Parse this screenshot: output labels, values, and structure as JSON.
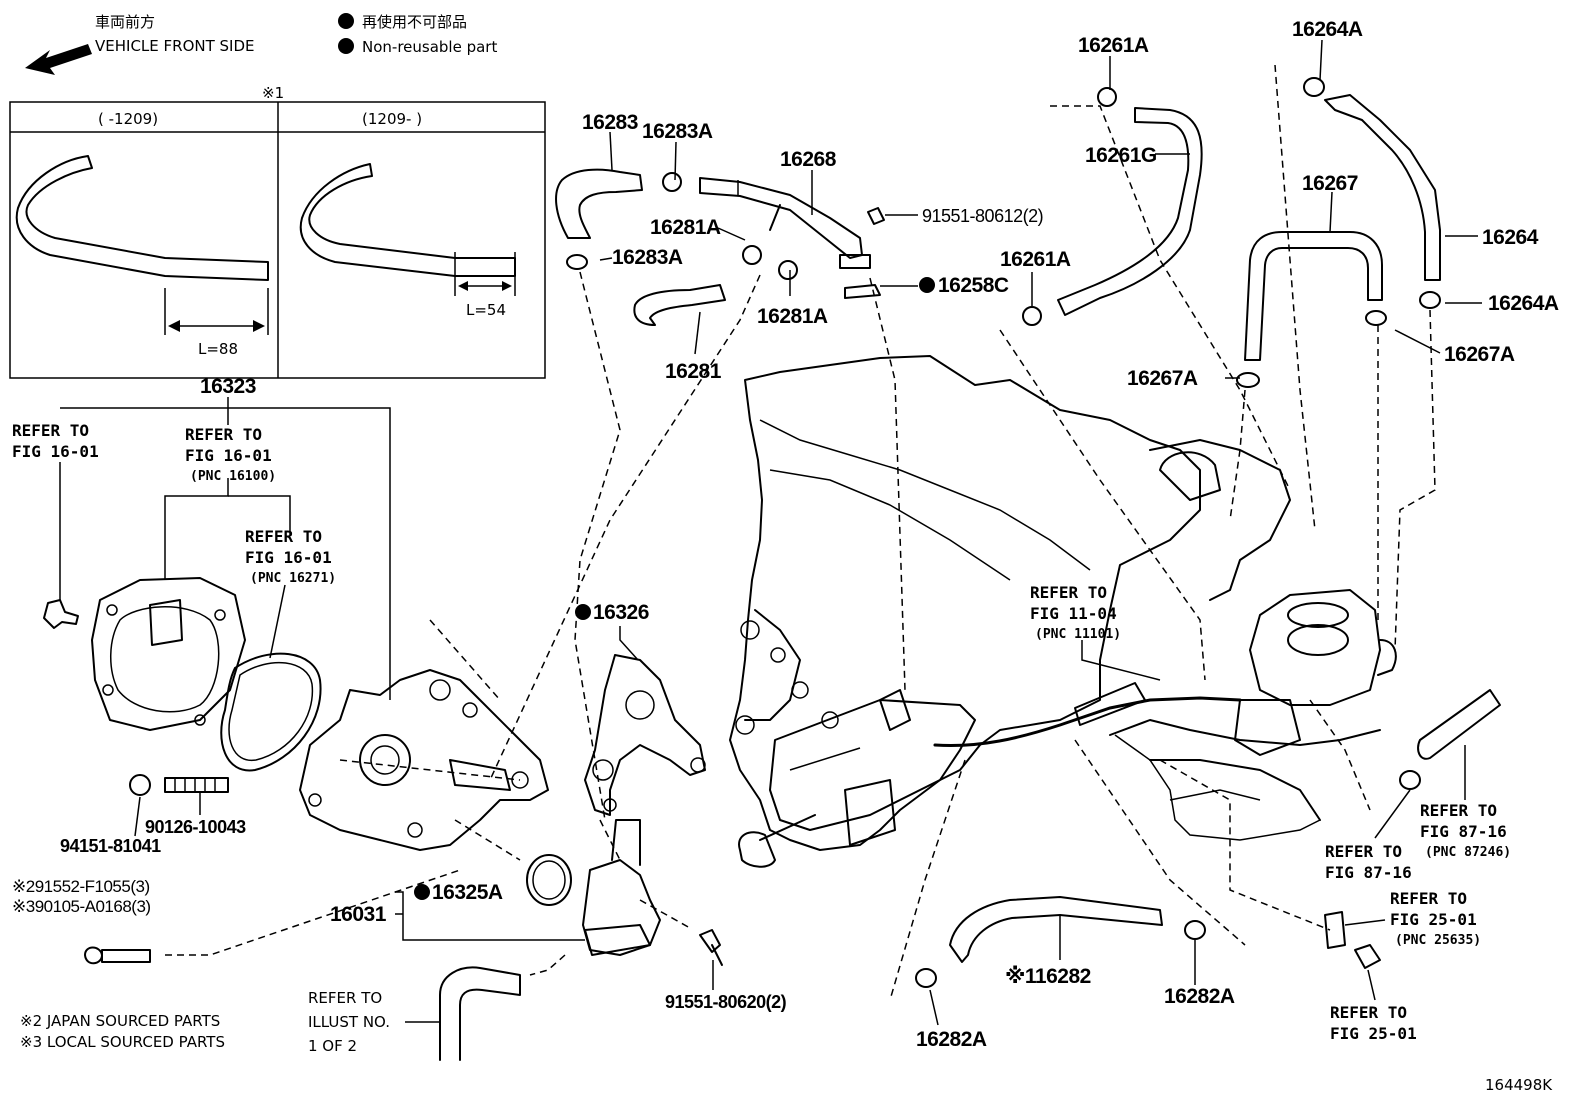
{
  "header": {
    "front_jp": "車両前方",
    "front_en": "VEHICLE FRONT SIDE",
    "legend_jp": "再使用不可部品",
    "legend_en": "Non-reusable part"
  },
  "inset": {
    "mark": "※1",
    "left_header": "(    -1209)",
    "right_header": "(1209-    )",
    "left_dim": "L=88",
    "right_dim": "L=54"
  },
  "parts": {
    "p16323": "16323",
    "p16283": "16283",
    "p16283A_top": "16283A",
    "p16283A_bottom": "16283A",
    "p16268": "16268",
    "p91551_80612": "91551-80612(2)",
    "p16281A_left": "16281A",
    "p16281A_right": "16281A",
    "p16258C": "16258C",
    "p16281": "16281",
    "p16261A_top": "16261A",
    "p16261G": "16261G",
    "p16261A_mid": "16261A",
    "p16264A_top": "16264A",
    "p16264": "16264",
    "p16264A_right": "16264A",
    "p16267": "16267",
    "p16267A_right": "16267A",
    "p16267A_left": "16267A",
    "p16326": "16326",
    "p90126_10043": "90126-10043",
    "p94151_81041": "94151-81041",
    "p291552": "※291552-F1055(3)",
    "p390105": "※390105-A0168(3)",
    "p16031": "16031",
    "p16325A": "16325A",
    "p91551_80620": "91551-80620(2)",
    "p16282": "※116282",
    "p16282A_right": "16282A",
    "p16282A_left": "16282A"
  },
  "refs": {
    "r1_l1": "REFER TO",
    "r1_l2": "FIG 16-01",
    "r2_l1": "REFER TO",
    "r2_l2": "FIG 16-01",
    "r2_l3": "(PNC 16100)",
    "r3_l1": "REFER TO",
    "r3_l2": "FIG 16-01",
    "r3_l3": "(PNC 16271)",
    "r4_l1": "REFER TO",
    "r4_l2": "FIG 11-04",
    "r4_l3": "(PNC 11101)",
    "r5_l1": "REFER TO",
    "r5_l2": "FIG 87-16",
    "r5_l3": "(PNC 87246)",
    "r6_l1": "REFER TO",
    "r6_l2": "FIG 87-16",
    "r7_l1": "REFER TO",
    "r7_l2": "FIG 25-01",
    "r7_l3": "(PNC 25635)",
    "r8_l1": "REFER TO",
    "r8_l2": "FIG 25-01",
    "illust_l1": "REFER TO",
    "illust_l2": "ILLUST NO.",
    "illust_l3": "1 OF 2"
  },
  "footnotes": {
    "japan": "※2 JAPAN SOURCED PARTS",
    "local": "※3 LOCAL SOURCED PARTS"
  },
  "figure_id": "164498K"
}
